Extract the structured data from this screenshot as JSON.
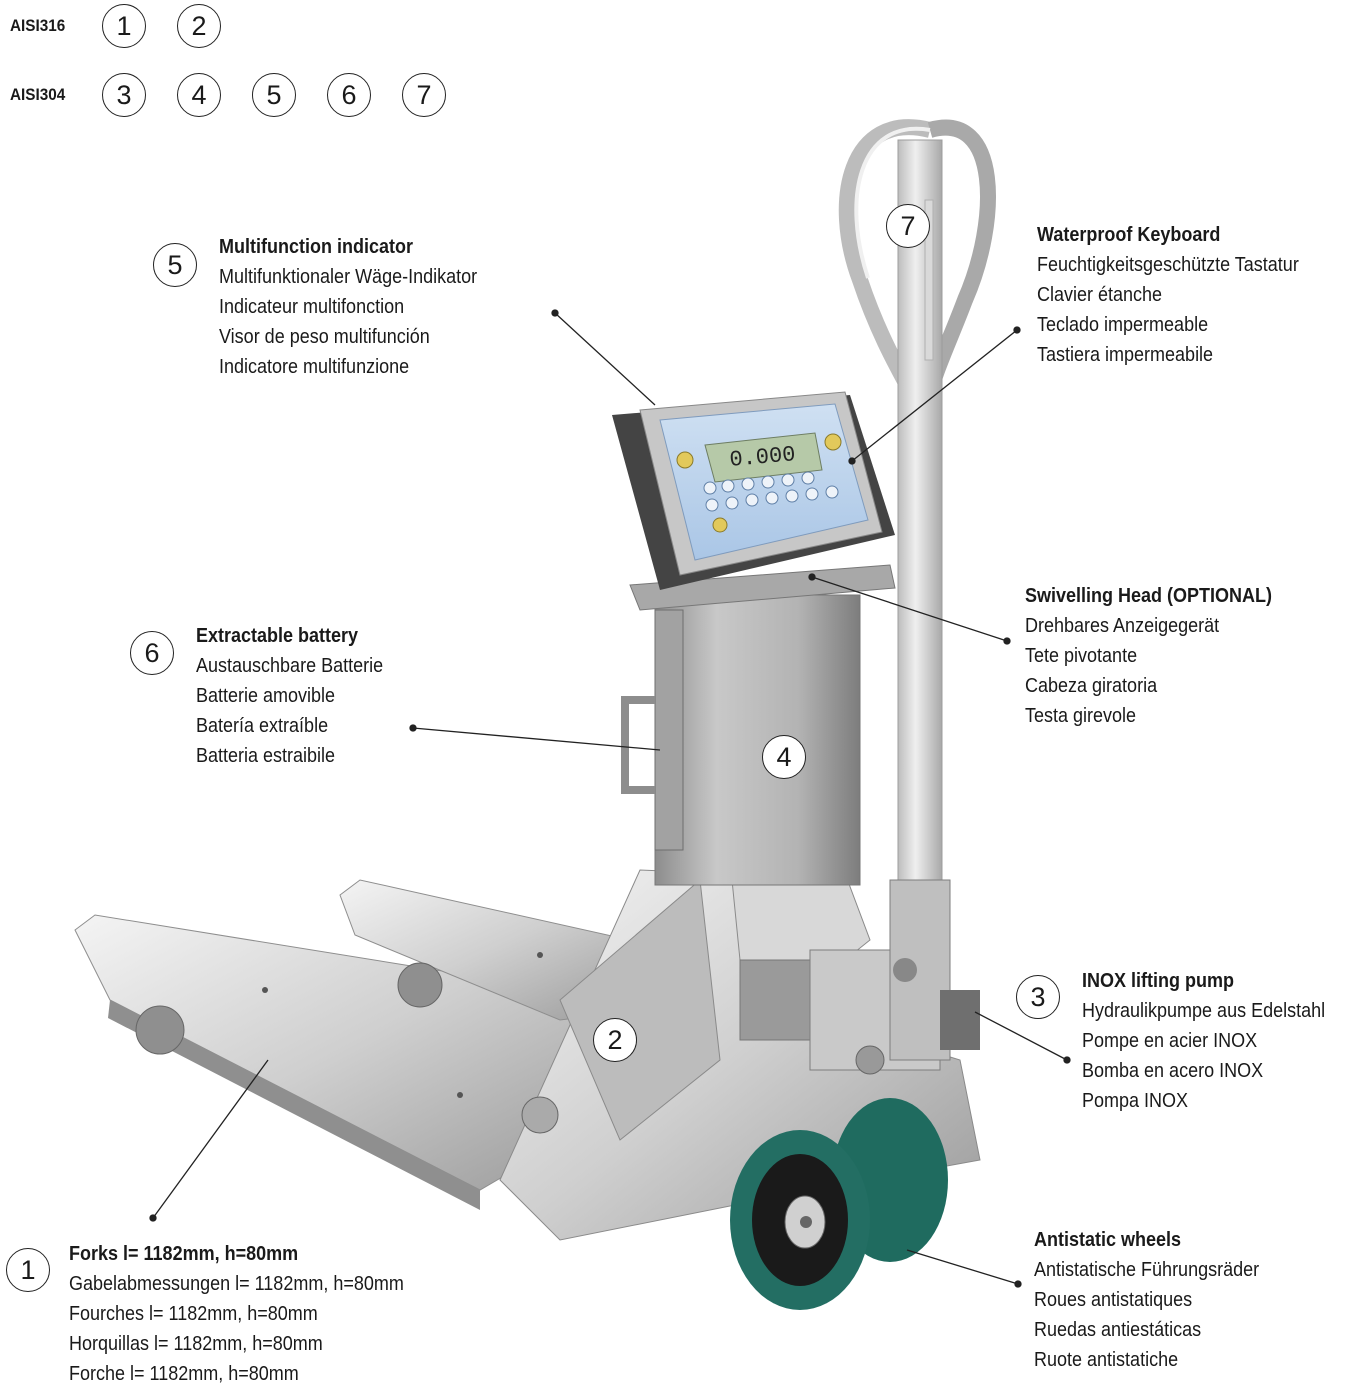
{
  "grades": [
    {
      "label": "AISI316",
      "numbers": [
        "1",
        "2"
      ]
    },
    {
      "label": "AISI304",
      "numbers": [
        "3",
        "4",
        "5",
        "6",
        "7"
      ]
    }
  ],
  "indicator": {
    "display": "0.000"
  },
  "image_markers": {
    "m7": "7",
    "m4": "4",
    "m2": "2"
  },
  "callouts": {
    "c5": {
      "num": "5",
      "title": "Multifunction indicator",
      "lines": [
        "Multifunktionaler Wäge-Indikator",
        "Indicateur multifonction",
        "Visor de peso multifunción",
        "Indicatore multifunzione"
      ]
    },
    "c7": {
      "title": "Waterproof Keyboard",
      "lines": [
        "Feuchtigkeitsgeschützte Tastatur",
        "Clavier étanche",
        "Teclado impermeable",
        "Tastiera impermeabile"
      ]
    },
    "cswivel": {
      "title": "Swivelling Head (OPTIONAL)",
      "lines": [
        "Drehbares Anzeigegerät",
        "Tete pivotante",
        "Cabeza giratoria",
        "Testa girevole"
      ]
    },
    "c6": {
      "num": "6",
      "title": "Extractable battery",
      "lines": [
        "Austauschbare Batterie",
        "Batterie amovible",
        "Batería extraíble",
        "Batteria estraibile"
      ]
    },
    "c3": {
      "num": "3",
      "title": "INOX lifting pump",
      "lines": [
        "Hydraulikpumpe aus Edelstahl",
        "Pompe en acier INOX",
        "Bomba en acero INOX",
        "Pompa INOX"
      ]
    },
    "c1": {
      "num": "1",
      "title": "Forks l= 1182mm, h=80mm",
      "lines": [
        "Gabelabmessungen l= 1182mm, h=80mm",
        "Fourches l= 1182mm, h=80mm",
        "Horquillas l= 1182mm, h=80mm",
        "Forche l= 1182mm, h=80mm"
      ]
    },
    "cwheels": {
      "title": "Antistatic wheels",
      "lines": [
        "Antistatische Führungsräder",
        "Roues antistatiques",
        "Ruedas antiestáticas",
        "Ruote antistatiche"
      ]
    }
  }
}
